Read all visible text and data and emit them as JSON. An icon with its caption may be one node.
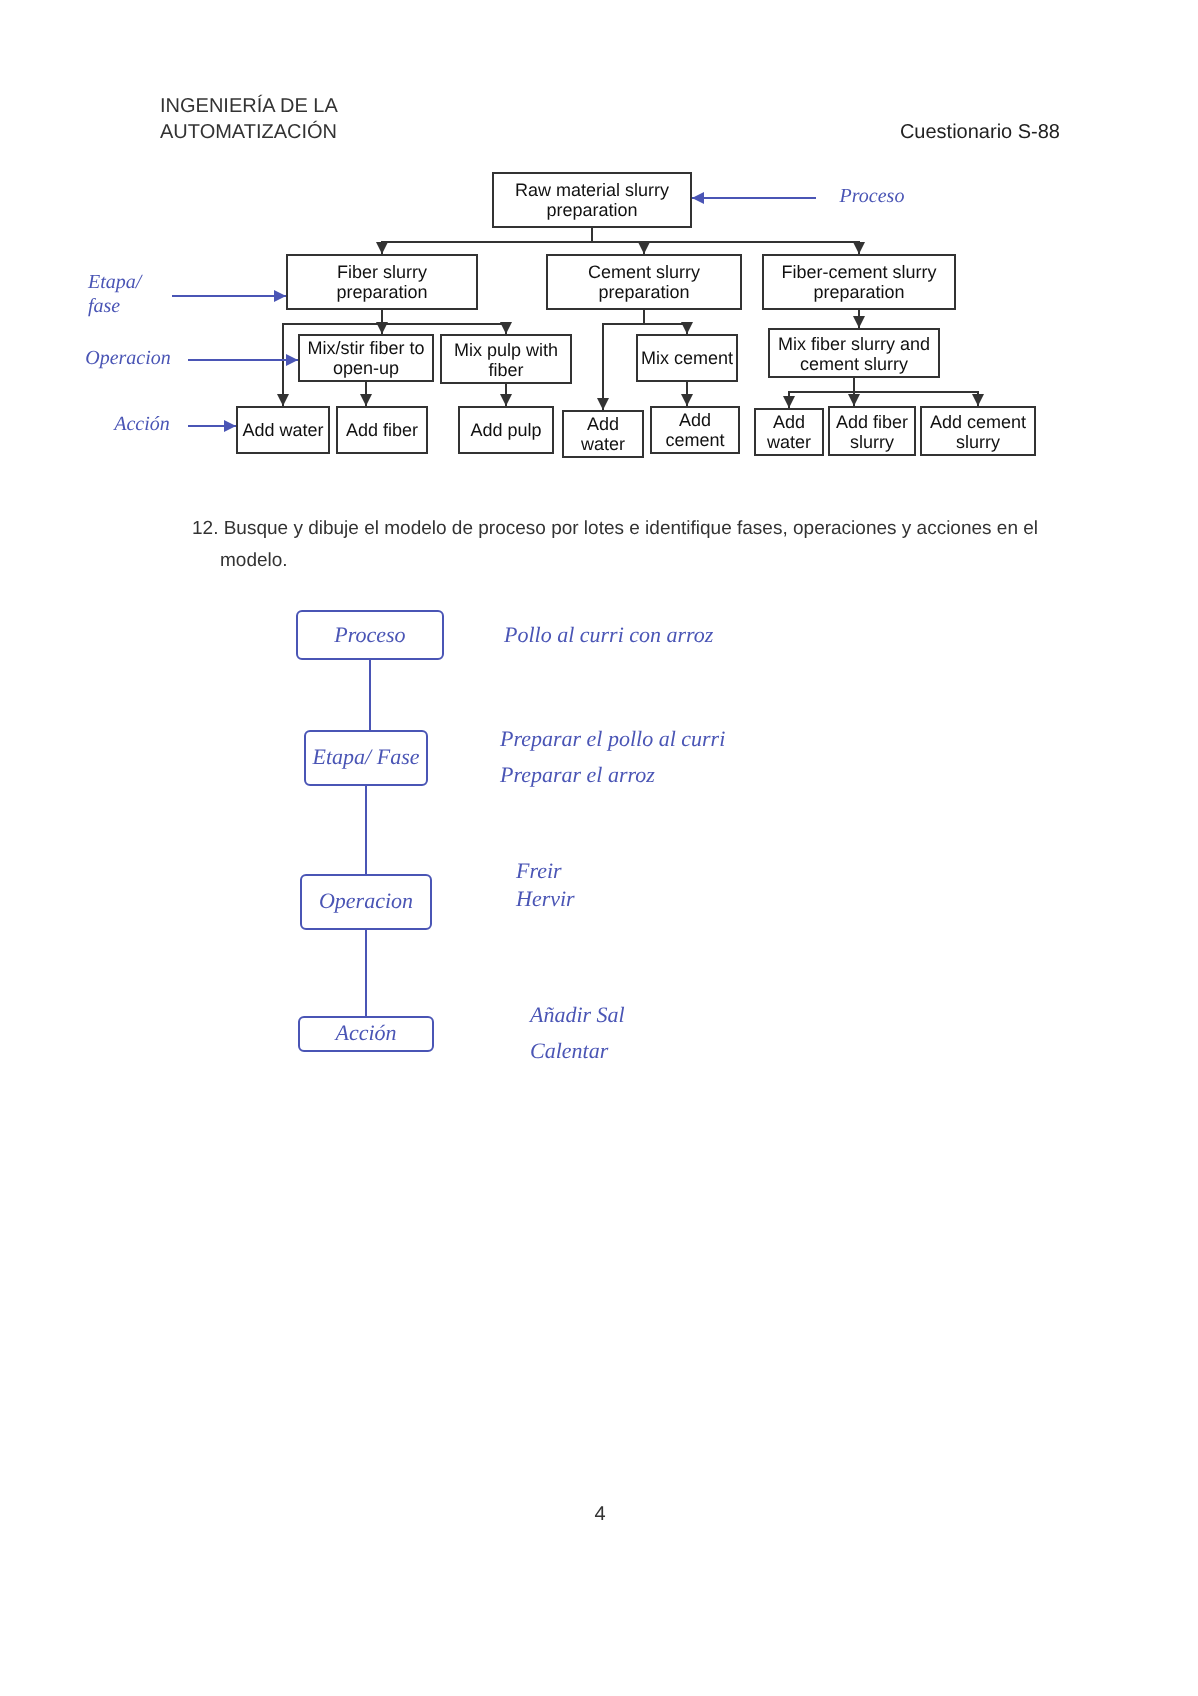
{
  "diagram": {
    "nodes": [
      {
        "text": [
          "Raw material slurry preparation"
        ]
      },
      {
        "text": [
          "Fiber slurry preparation"
        ]
      },
      {
        "text": [
          "Cement slurry preparation"
        ]
      },
      {
        "text": [
          "Fiber-cement slurry preparation"
        ]
      },
      {
        "text": [
          "Mix/stir fiber to open-up"
        ]
      },
      {
        "text": [
          "Mix pulp with fiber"
        ]
      },
      {
        "text": [
          "Mix cement"
        ]
      },
      {
        "text": [
          "Mix fiber slurry and cement slurry"
        ]
      },
      {
        "text": [
          "Add water"
        ]
      },
      {
        "text": [
          "Add fiber"
        ]
      },
      {
        "text": [
          "Add pulp"
        ]
      },
      {
        "text": [
          "Add water"
        ]
      },
      {
        "text": [
          "Add cement"
        ]
      },
      {
        "text": [
          "Add water"
        ]
      },
      {
        "text": [
          "Add fiber slurry"
        ]
      },
      {
        "text": [
          "Add cement slurry"
        ]
      },
      {
        "text": [
          "Proceso"
        ]
      },
      {
        "text": [
          "Etapa/ fase"
        ]
      },
      {
        "text": [
          "Operacion"
        ]
      },
      {
        "text": [
          "Acción"
        ]
      },
      {
        "text": [
          "Proceso"
        ],
        "beside": [
          "Pollo al curri con arroz"
        ]
      },
      {
        "text": [
          "Etapa/ Fase"
        ],
        "beside": [
          "Preparar el pollo al curri",
          "Preparar el arroz"
        ]
      },
      {
        "text": [
          "Operacion"
        ],
        "beside": [
          "Freir",
          "Hervir"
        ]
      },
      {
        "text": [
          "Acción"
        ],
        "beside": [
          "Añadir Sal",
          "Calentar"
        ]
      }
    ],
    "edges": [
      {
        "from": 0,
        "to": 1,
        "arrow": "to"
      },
      {
        "from": 0,
        "to": 2,
        "arrow": "to"
      },
      {
        "from": 0,
        "to": 3,
        "arrow": "to"
      },
      {
        "from": 1,
        "to": 8,
        "arrow": "to"
      },
      {
        "from": 1,
        "to": 4,
        "arrow": "to"
      },
      {
        "from": 1,
        "to": 5,
        "arrow": "to"
      },
      {
        "from": 4,
        "to": 9,
        "arrow": "to"
      },
      {
        "from": 5,
        "to": 10,
        "arrow": "to"
      },
      {
        "from": 2,
        "to": 11,
        "arrow": "to"
      },
      {
        "from": 2,
        "to": 6,
        "arrow": "to"
      },
      {
        "from": 6,
        "to": 12,
        "arrow": "to"
      },
      {
        "from": 3,
        "to": 7,
        "arrow": "to"
      },
      {
        "from": 7,
        "to": 13,
        "arrow": "to"
      },
      {
        "from": 7,
        "to": 14,
        "arrow": "to"
      },
      {
        "from": 7,
        "to": 15,
        "arrow": "to"
      },
      {
        "from": 16,
        "to": 0,
        "arrow": "to",
        "color": "#4a55b5"
      },
      {
        "from": 17,
        "to": 1,
        "arrow": "to",
        "color": "#4a55b5"
      },
      {
        "from": 18,
        "to": 4,
        "arrow": "to",
        "color": "#4a55b5"
      },
      {
        "from": 19,
        "to": 8,
        "arrow": "to",
        "color": "#4a55b5"
      },
      {
        "from": 20,
        "to": 21,
        "arrow": "none",
        "color": "#4a55b5"
      },
      {
        "from": 21,
        "to": 22,
        "arrow": "none",
        "color": "#4a55b5"
      },
      {
        "from": 22,
        "to": 23,
        "arrow": "none",
        "color": "#4a55b5"
      }
    ],
    "labels": [
      "INGENIERÍA DE LA AUTOMATIZACIÓN",
      "Cuestionario S-88",
      "12. Busque y dibuje el modelo de proceso por lotes e identifique fases, operaciones y acciones en el modelo.",
      "4"
    ]
  }
}
